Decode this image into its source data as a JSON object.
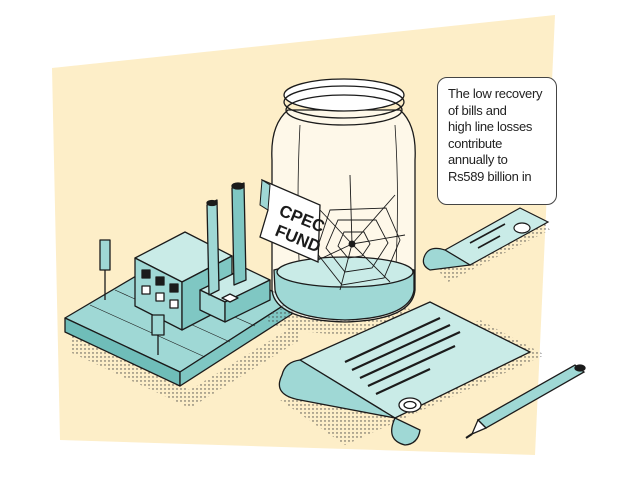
{
  "callout": {
    "lines": [
      "The low recovery",
      "of bills and",
      "high line losses",
      "contribute",
      "annually to",
      "Rs589 billion in"
    ]
  },
  "jar_label": {
    "line1": "CPEC",
    "line2": "FUND"
  },
  "colors": {
    "background_panel": "#fdeec8",
    "teal": "#9fd8d5",
    "teal_light": "#c9ebe7",
    "ink": "#1b1b1b",
    "paper": "#ffffff"
  },
  "icons": [
    "factory-icon",
    "jar-icon",
    "spider-web-icon",
    "scroll-document-icon",
    "pen-icon",
    "small-scroll-icon"
  ]
}
